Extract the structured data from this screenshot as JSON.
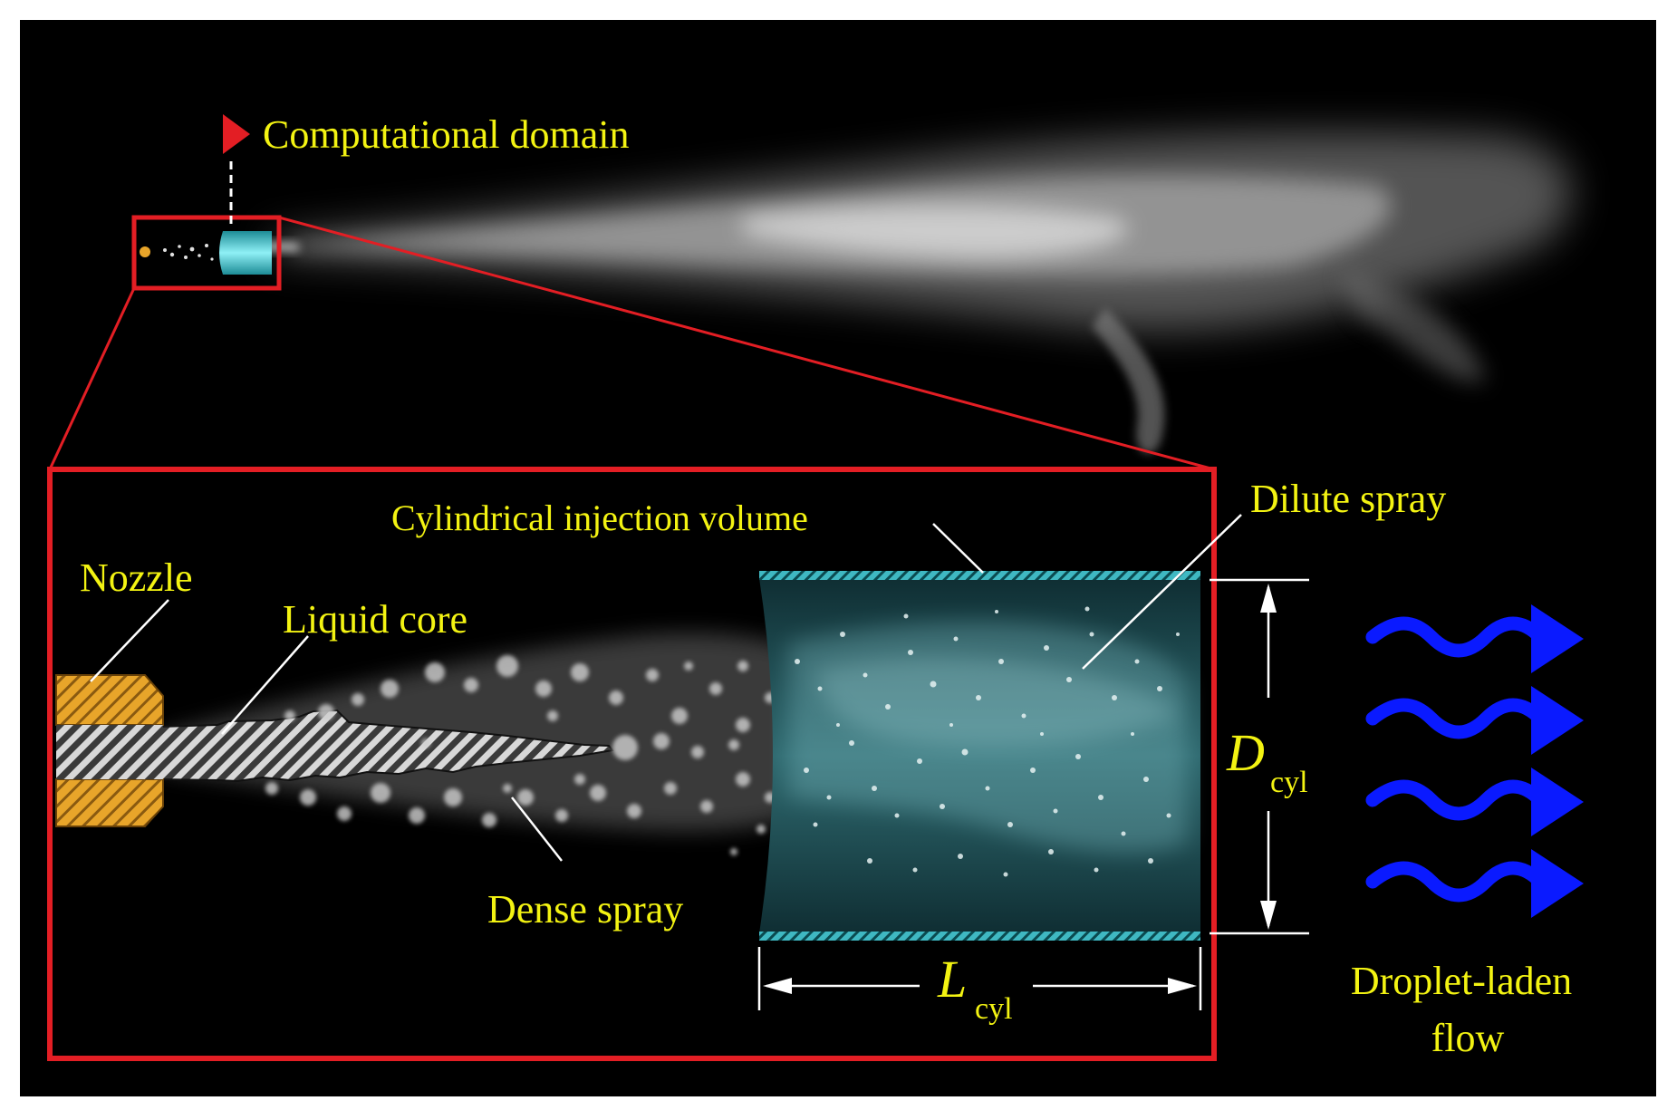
{
  "labels": {
    "computational_domain": "Computational domain",
    "cylindrical_injection_volume": "Cylindrical injection volume",
    "dilute_spray": "Dilute spray",
    "nozzle": "Nozzle",
    "liquid_core": "Liquid core",
    "dense_spray": "Dense spray",
    "droplet_laden_line1": "Droplet-laden",
    "droplet_laden_line2": "flow"
  },
  "dimensions": {
    "diameter_symbol": "D",
    "diameter_subscript": "cyl",
    "length_symbol": "L",
    "length_subscript": "cyl"
  },
  "colors": {
    "background": "#000000",
    "frame": "#e31e24",
    "label": "#f3f312",
    "cylinder": "#3fb8c2",
    "nozzle": "#e8a52a",
    "flow_arrow": "#0a1aff"
  }
}
